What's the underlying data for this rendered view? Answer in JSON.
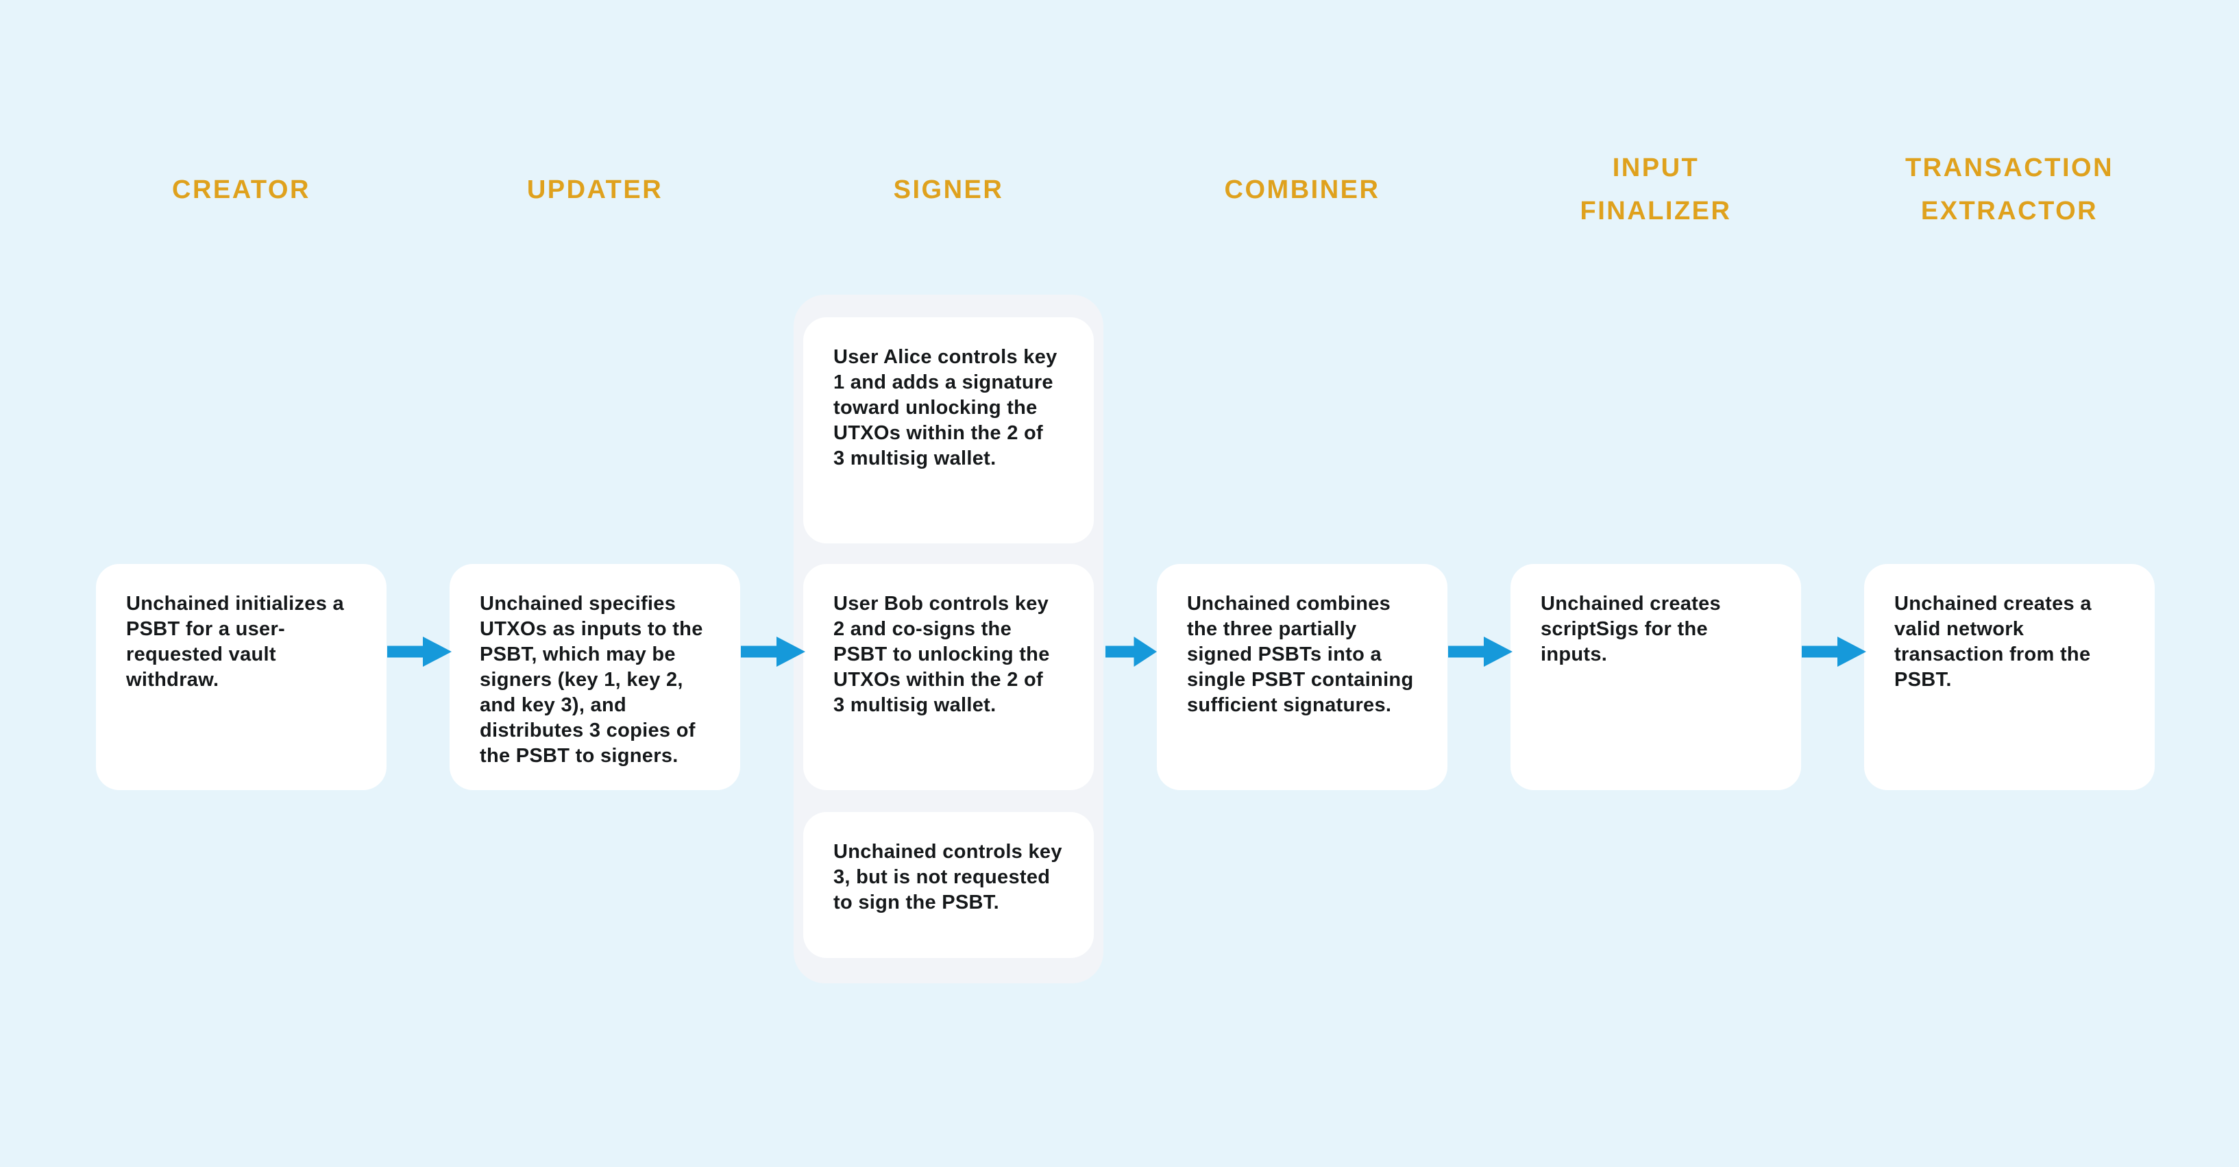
{
  "colors": {
    "background": "#e6f4fb",
    "panel": "#f2f4f8",
    "card": "#ffffff",
    "header": "#dfa11d",
    "arrow": "#1699da",
    "text": "#15181a"
  },
  "columns": [
    {
      "label": "CREATOR",
      "cards": [
        {
          "text": "Unchained initializes a\nPSBT for a user-\nrequested vault\nwithdraw."
        }
      ]
    },
    {
      "label": "UPDATER",
      "cards": [
        {
          "text": "Unchained specifies\nUTXOs as inputs to the\nPSBT, which may be\nsigners (key 1, key 2,\nand key 3), and\ndistributes 3 copies of\nthe PSBT to signers."
        }
      ]
    },
    {
      "label": "SIGNER",
      "cards": [
        {
          "text": "User Alice controls key\n1 and adds a signature\ntoward unlocking the\nUTXOs within the 2 of\n3 multisig wallet."
        },
        {
          "text": "User Bob controls key\n2 and co-signs the\nPSBT to unlocking the\nUTXOs within the 2 of\n3 multisig wallet."
        },
        {
          "text": "Unchained controls key\n3, but is not requested\nto sign the PSBT."
        }
      ]
    },
    {
      "label": "COMBINER",
      "cards": [
        {
          "text": "Unchained combines\nthe three partially\nsigned PSBTs into a\nsingle PSBT containing\nsufficient signatures."
        }
      ]
    },
    {
      "label": "INPUT\nFINALIZER",
      "cards": [
        {
          "text": "Unchained creates\nscriptSigs for the\ninputs."
        }
      ]
    },
    {
      "label": "TRANSACTION\nEXTRACTOR",
      "cards": [
        {
          "text": "Unchained creates a\nvalid network\ntransaction from the\nPSBT."
        }
      ]
    }
  ]
}
